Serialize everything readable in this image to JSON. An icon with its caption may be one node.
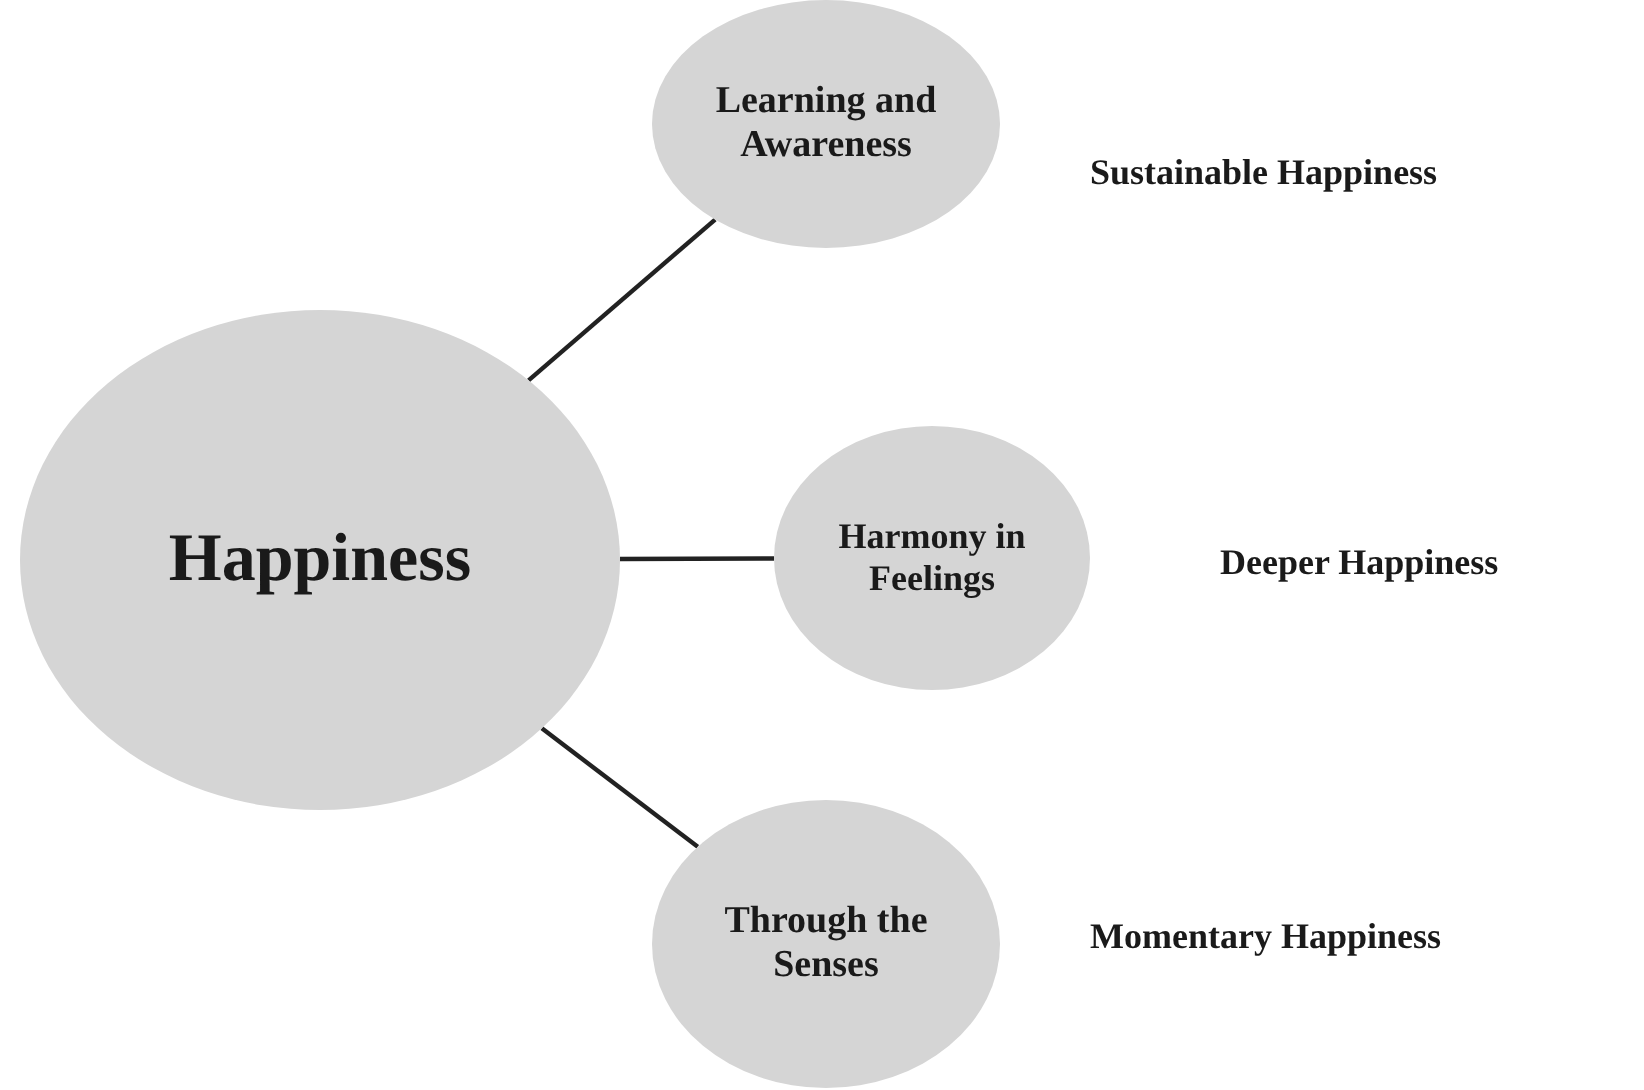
{
  "diagram": {
    "nodes": [
      {
        "text": [
          "Happiness"
        ]
      },
      {
        "text": [
          "Learning and Awareness"
        ],
        "beside": [
          "Sustainable Happiness"
        ]
      },
      {
        "text": [
          "Harmony in Feelings"
        ],
        "beside": [
          "Deeper Happiness"
        ]
      },
      {
        "text": [
          "Through the Senses"
        ],
        "beside": [
          "Momentary Happiness"
        ]
      }
    ],
    "edges": [
      {
        "from": 0,
        "to": 1,
        "arrow": "none"
      },
      {
        "from": 0,
        "to": 2,
        "arrow": "none"
      },
      {
        "from": 0,
        "to": 3,
        "arrow": "none"
      }
    ]
  }
}
